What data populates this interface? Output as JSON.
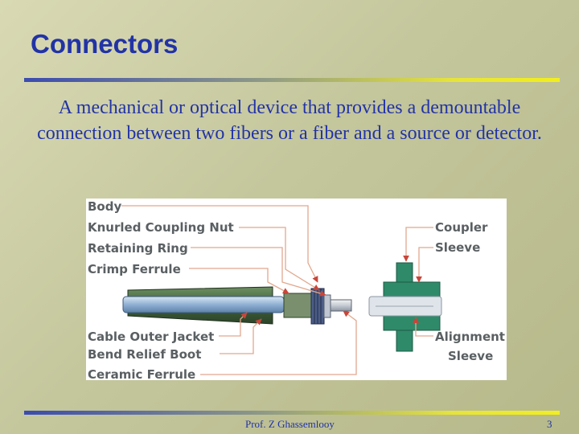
{
  "slide": {
    "title": "Connectors",
    "body": "A mechanical or optical device that provides a demountable connection between two fibers or a fiber and a  source or detector."
  },
  "figure": {
    "labels_left": {
      "body": "Body",
      "knurled_coupling_nut": "Knurled Coupling Nut",
      "retaining_ring": "Retaining Ring",
      "crimp_ferrule": "Crimp Ferrule",
      "cable_outer_jacket": "Cable Outer Jacket",
      "bend_relief_boot": "Bend Relief Boot",
      "ceramic_ferrule": "Ceramic Ferrule"
    },
    "labels_right": {
      "coupler_line1": "Coupler",
      "coupler_line2": "Sleeve",
      "alignment_line1": "Alignment",
      "alignment_line2": "Sleeve"
    },
    "colors": {
      "leader_line": "#e2a88e",
      "arrow": "#c8463a",
      "connector_body": "#3f5f3a",
      "coupler": "#2f8a6a",
      "ferrule": "#9ab4d6"
    }
  },
  "footer": {
    "author": "Prof. Z Ghassemlooy",
    "page": "3"
  }
}
